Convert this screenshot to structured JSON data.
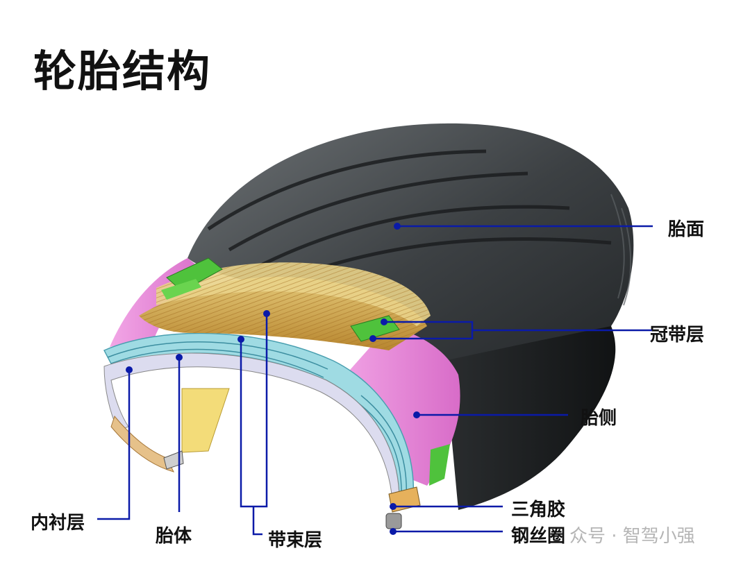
{
  "title": "轮胎结构",
  "labels": {
    "tread": "胎面",
    "cap_ply": "冠带层",
    "sidewall": "胎侧",
    "apex": "三角胶",
    "bead_wire": "钢丝圈",
    "inner_liner": "内衬层",
    "carcass": "胎体",
    "belt": "带束层"
  },
  "watermark": "众号 · 智驾小强",
  "colors": {
    "leader_line": "#0a1aa8",
    "tread_rubber": "#3a3d40",
    "sidewall": "#e88ad8",
    "belt": "#c9a84a",
    "carcass": "#8fd0d8",
    "cap_ply": "#4dbf3a"
  }
}
